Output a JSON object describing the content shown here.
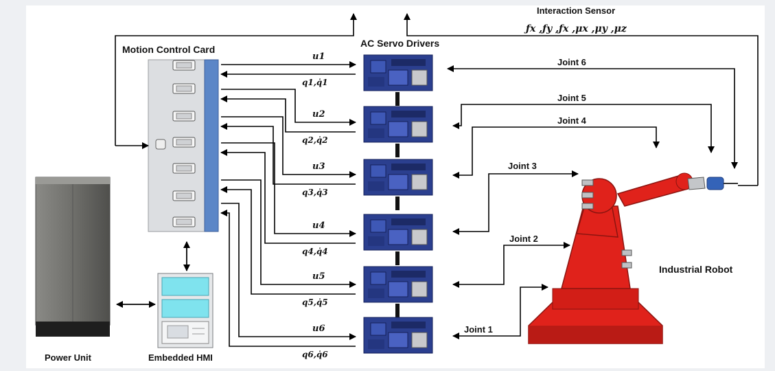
{
  "labels": {
    "motion_control_card": "Motion Control Card",
    "ac_servo_drivers": "AC Servo Drivers",
    "interaction_sensor": "Interaction Sensor",
    "sensor_vars": "ƒx ,ƒy ,ƒx ,μx ,μy ,μz",
    "industrial_robot": "Industrial Robot",
    "power_unit": "Power Unit",
    "embedded_hmi": "Embedded HMI"
  },
  "joints": [
    "Joint 1",
    "Joint 2",
    "Joint 3",
    "Joint 4",
    "Joint 5",
    "Joint 6"
  ],
  "commands": [
    "u1",
    "u2",
    "u3",
    "u4",
    "u5",
    "u6"
  ],
  "feedback": [
    "q1,q̇1",
    "q2,q̇2",
    "q3,q̇3",
    "q4,q̇4",
    "q5,q̇5",
    "q6,q̇6"
  ],
  "colors": {
    "robot": "#e0221b",
    "driver_board": "#2b3f8f",
    "card_body": "#dcdee1",
    "card_strip": "#5b86c7",
    "cabinet": "#6d6d69",
    "hmi_screen": "#7fe3ee"
  }
}
